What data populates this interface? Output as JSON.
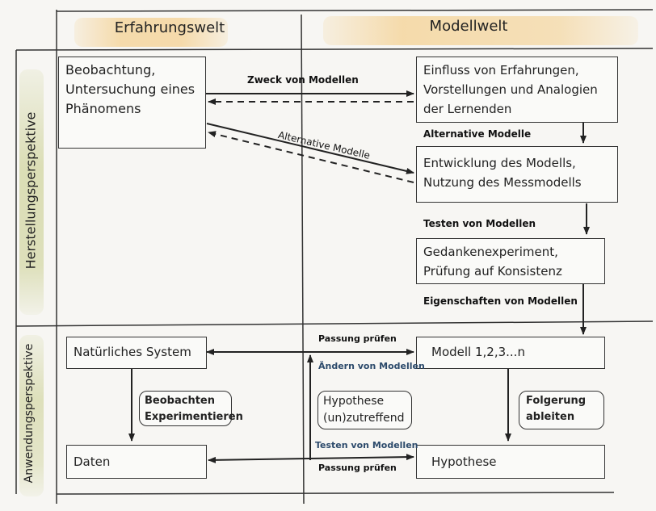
{
  "headers": {
    "erfahrungswelt": "Erfahrungswelt",
    "modellwelt": "Modellwelt"
  },
  "perspectives": {
    "herstellung": "Herstellungsperspektive",
    "anwendung": "Anwendungsperspektive"
  },
  "boxes": {
    "beobachtung": [
      "Beobachtung,",
      "Untersuchung eines",
      "Phänomens"
    ],
    "einfluss": [
      "Einfluss von Erfahrungen,",
      "Vorstellungen und Analogien",
      "der Lernenden"
    ],
    "entwicklung": [
      "Entwicklung des Modells,",
      "Nutzung des Messmodells"
    ],
    "gedanken": [
      "Gedankenexperiment,",
      "Prüfung auf Konsistenz"
    ],
    "natuerliches_system": "Natürliches System",
    "modell": "Modell 1,2,3...n",
    "daten": "Daten",
    "hypothese": "Hypothese",
    "beobachten": [
      "Beobachten",
      "Experimentieren"
    ],
    "hypothese_zutreffend": [
      "Hypothese",
      "(un)zutreffend"
    ],
    "folgerung": [
      "Folgerung",
      "ableiten"
    ]
  },
  "labels": {
    "zweck": "Zweck von Modellen",
    "alternative_diag": "Alternative Modelle",
    "alternative": "Alternative Modelle",
    "testen": "Testen von Modellen",
    "eigenschaften": "Eigenschaften von Modellen",
    "passung_top": "Passung prüfen",
    "aendern": "Ändern von Modellen",
    "testen_blue": "Testen von Modellen",
    "passung_bottom": "Passung prüfen"
  },
  "colors": {
    "line": "#222222",
    "blue_label": "#2c4a6b",
    "highlight_orange": "#f3c470",
    "highlight_green": "#c8cd8c"
  }
}
